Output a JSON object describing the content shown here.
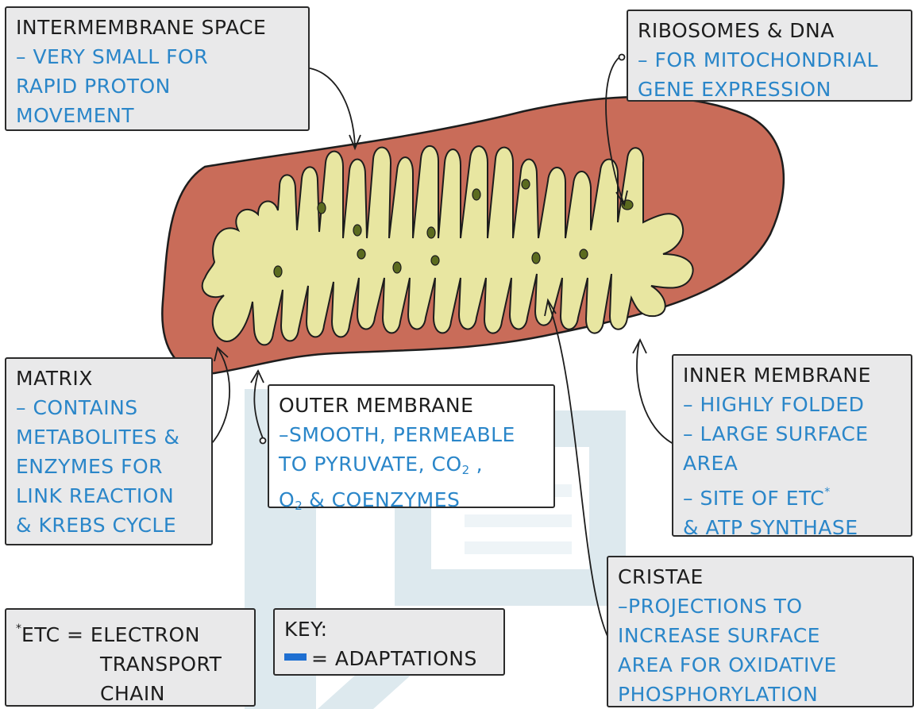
{
  "colors": {
    "outer_membrane": "#c96c59",
    "matrix": "#e8e6a1",
    "ribosome": "#5b6b1f",
    "adaptation_text": "#2a86c9",
    "key_swatch": "#1f6fd1",
    "label_box": "#e9e9ea",
    "watermark": "#dce8ed"
  },
  "labels": {
    "intermembrane": {
      "title": "INTERMEMBRANE  SPACE",
      "lines": [
        "– VERY  SMALL FOR",
        "RAPID  PROTON",
        "MOVEMENT"
      ]
    },
    "ribosomes": {
      "title": "RIBOSOMES  &  DNA",
      "lines": [
        "– FOR  MITOCHONDRIAL",
        "GENE  EXPRESSION"
      ]
    },
    "matrix": {
      "title": "MATRIX",
      "lines": [
        "– CONTAINS",
        "METABOLITES &",
        "ENZYMES  FOR",
        "LINK  REACTION",
        "& KREBS  CYCLE"
      ]
    },
    "outer": {
      "title": "OUTER  MEMBRANE",
      "line1": "–SMOOTH,  PERMEABLE",
      "line2a": "TO  PYRUVATE,  CO",
      "line2_sub": "2",
      "line2b": " ,",
      "line3a": "O",
      "line3_sub": "2",
      "line3b": "  &  COENZYMES"
    },
    "inner": {
      "title": "INNER   MEMBRANE",
      "lines": [
        "– HIGHLY  FOLDED",
        "– LARGE  SURFACE",
        "AREA"
      ],
      "line4": "– SITE  OF  ETC",
      "line4_sup": "*",
      "line5": "& ATP  SYNTHASE"
    },
    "cristae": {
      "title": "CRISTAE",
      "lines": [
        "–PROJECTIONS  TO",
        "INCREASE  SURFACE",
        "AREA  FOR  OXIDATIVE",
        "PHOSPHORYLATION"
      ]
    },
    "etc_note": {
      "star": "*",
      "line1": "ETC = ELECTRON",
      "line2": "TRANSPORT",
      "line3": "CHAIN"
    },
    "key": {
      "title": "KEY:",
      "entry": "= ADAPTATIONS"
    }
  }
}
